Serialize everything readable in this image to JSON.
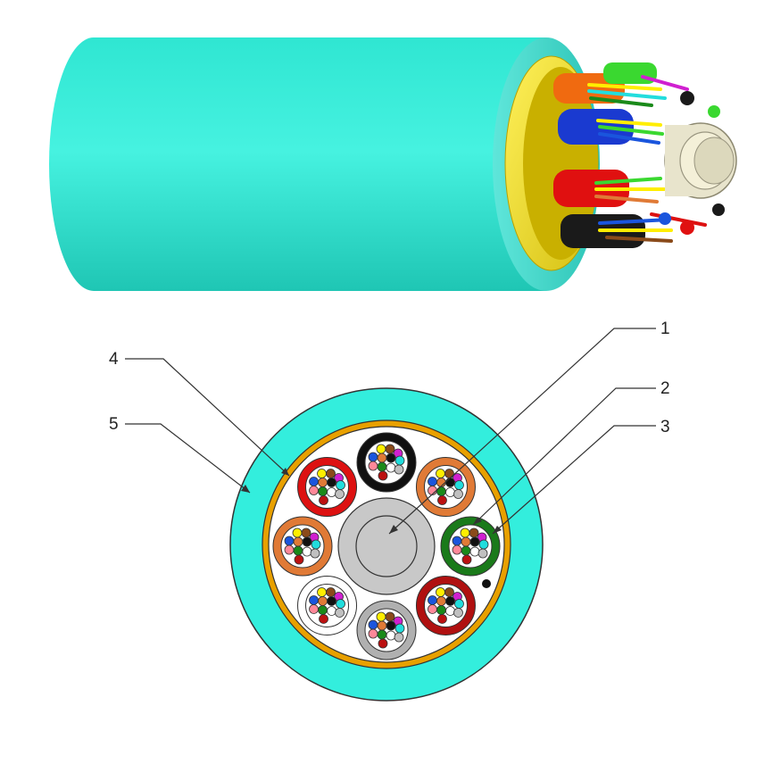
{
  "callouts": [
    {
      "label": "1"
    },
    {
      "label": "2"
    },
    {
      "label": "3"
    },
    {
      "label": "4"
    },
    {
      "label": "5"
    }
  ],
  "colors": {
    "outer_jacket": "#33eedd",
    "armor_tape": "#f0e020",
    "inner_sheath_ring": "#e8a000",
    "central_member": "#c8c8c8",
    "tube_colors": [
      "#111111",
      "#e07a36",
      "#1a7a1a",
      "#b01010",
      "#b0b0b0",
      "#ffffff",
      "#e07a36",
      "#dd1111"
    ],
    "fiber_colors": [
      "#ffee00",
      "#8a4a1a",
      "#d020d0",
      "#1a55dd",
      "#e07a36",
      "#111111",
      "#22dddd",
      "#ff8899",
      "#1a8a1a",
      "#ffffff",
      "#c0c0c0",
      "#bb1111"
    ]
  }
}
